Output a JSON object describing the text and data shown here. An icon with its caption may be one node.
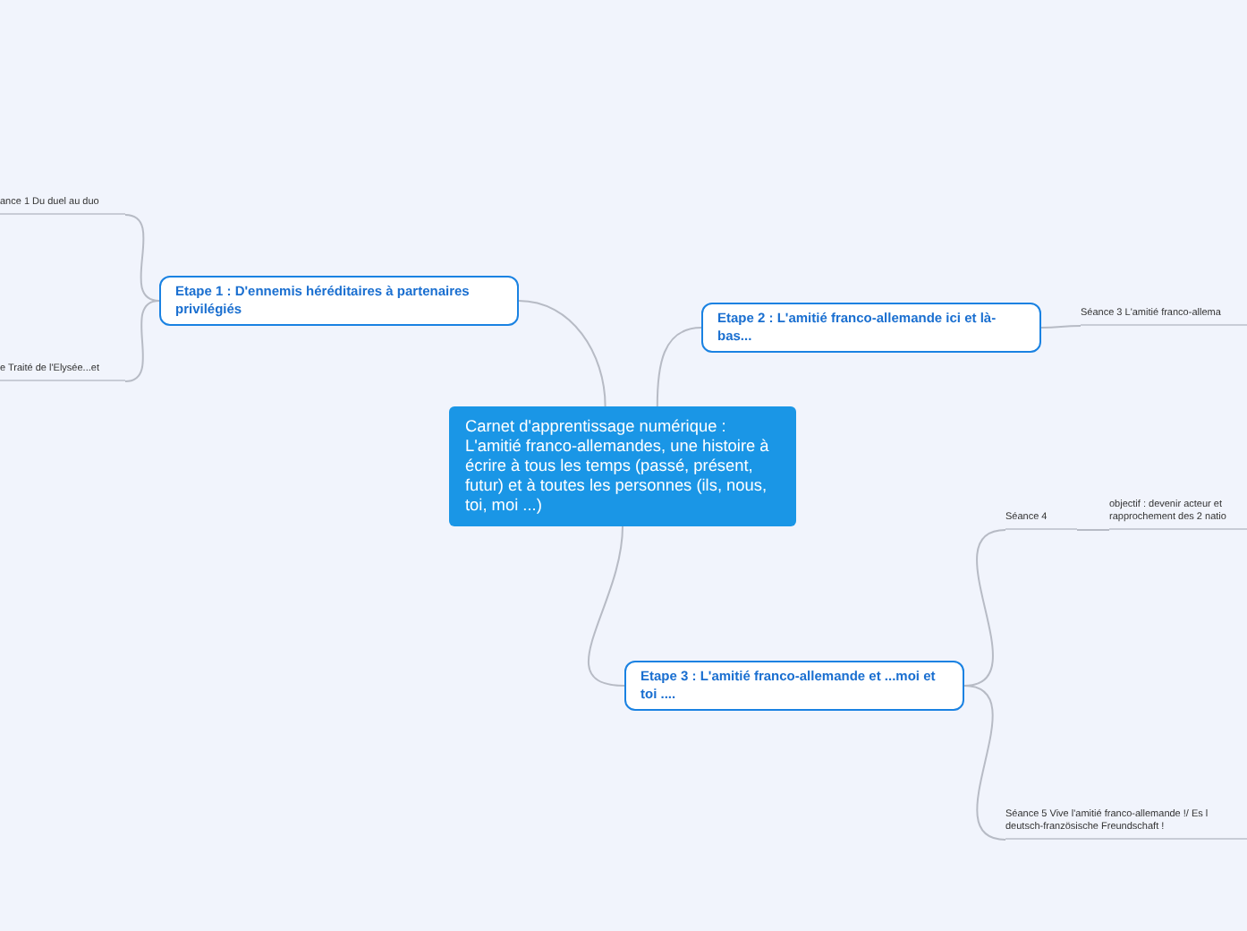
{
  "diagram": {
    "nodes": [
      {
        "text": [
          "Carnet d'apprentissage numérique : L'amitié franco-allemandes, une histoire à écrire à tous les temps (passé, présent, futur) et à toutes les personnes (ils, nous, toi, moi ...)"
        ]
      },
      {
        "text": [
          "Etape 1 : D'ennemis héréditaires à partenaires privilégiés"
        ]
      },
      {
        "text": [
          "Etape 2 : L'amitié franco-allemande ici et là-bas..."
        ]
      },
      {
        "text": [
          "Etape 3 : L'amitié franco-allemande et ...moi et toi ...."
        ]
      },
      {
        "text": [
          "ance 1 Du duel au duo"
        ]
      },
      {
        "text": [
          "e Traité de l'Elysée...et"
        ]
      },
      {
        "text": [
          "Séance 3 L'amitié franco-allema"
        ]
      },
      {
        "text": [
          "Séance 4"
        ]
      },
      {
        "text": [
          "objectif : devenir acteur et rapprochement des 2 natio"
        ]
      },
      {
        "text": [
          "Séance 5 Vive l'amitié franco-allemande !/ Es l deutsch-französische Freundschaft !"
        ]
      }
    ],
    "edges": [
      {
        "from": 0,
        "to": 1,
        "arrow": "none"
      },
      {
        "from": 0,
        "to": 2,
        "arrow": "none"
      },
      {
        "from": 0,
        "to": 3,
        "arrow": "none"
      },
      {
        "from": 1,
        "to": 4,
        "arrow": "none"
      },
      {
        "from": 1,
        "to": 5,
        "arrow": "none"
      },
      {
        "from": 2,
        "to": 6,
        "arrow": "none"
      },
      {
        "from": 3,
        "to": 7,
        "arrow": "none"
      },
      {
        "from": 3,
        "to": 9,
        "arrow": "none"
      },
      {
        "from": 7,
        "to": 8,
        "arrow": "none"
      }
    ]
  }
}
